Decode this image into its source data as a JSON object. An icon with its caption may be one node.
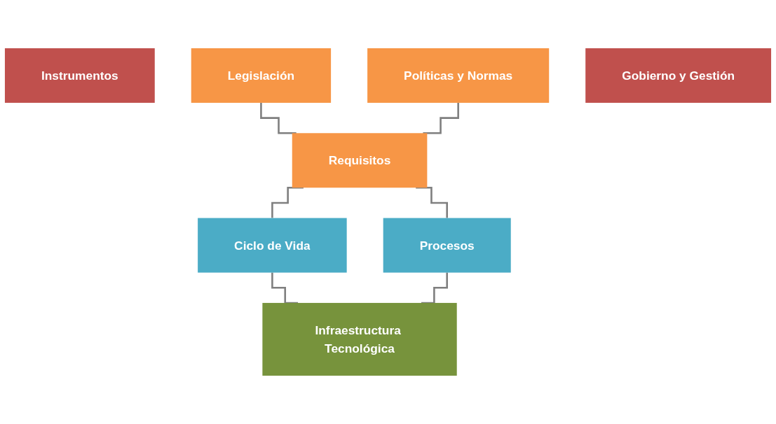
{
  "diagram": {
    "nodes": [
      {
        "text": [
          "Instrumentos"
        ]
      },
      {
        "text": [
          "Legislación"
        ]
      },
      {
        "text": [
          "Políticas y Normas"
        ]
      },
      {
        "text": [
          "Requisitos"
        ]
      },
      {
        "text": [
          "Ciclo de Vida"
        ]
      },
      {
        "text": [
          "Procesos"
        ]
      },
      {
        "text": [
          "Infraestructura Tecnológica"
        ]
      },
      {
        "text": [
          "Gobierno y Gestión"
        ]
      }
    ],
    "edges": [
      {
        "from": 1,
        "to": 3,
        "arrow": "none"
      },
      {
        "from": 2,
        "to": 3,
        "arrow": "none"
      },
      {
        "from": 3,
        "to": 4,
        "arrow": "none"
      },
      {
        "from": 3,
        "to": 5,
        "arrow": "none"
      },
      {
        "from": 4,
        "to": 6,
        "arrow": "none"
      },
      {
        "from": 5,
        "to": 6,
        "arrow": "none"
      }
    ]
  }
}
